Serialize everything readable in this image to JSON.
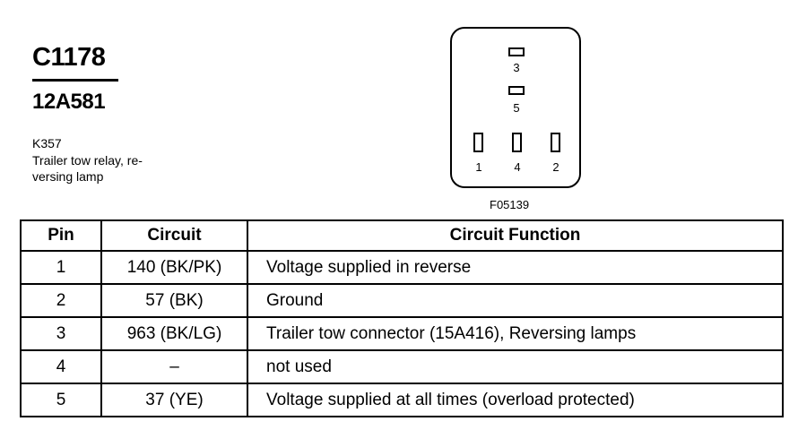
{
  "header": {
    "connector_id": "C1178",
    "part_number": "12A581",
    "reference": "K357",
    "description": "Trailer tow relay, re-versing lamp",
    "description_line1": "Trailer tow relay, re-",
    "description_line2": "versing lamp"
  },
  "diagram": {
    "pins": [
      {
        "number": "3",
        "shape": "horizontal"
      },
      {
        "number": "5",
        "shape": "horizontal"
      },
      {
        "number": "1",
        "shape": "vertical"
      },
      {
        "number": "4",
        "shape": "vertical"
      },
      {
        "number": "2",
        "shape": "vertical"
      }
    ],
    "figure_id": "F05139"
  },
  "table": {
    "headers": [
      "Pin",
      "Circuit",
      "Circuit Function"
    ],
    "rows": [
      {
        "pin": "1",
        "circuit": "140 (BK/PK)",
        "function": "Voltage supplied in reverse"
      },
      {
        "pin": "2",
        "circuit": "57 (BK)",
        "function": "Ground"
      },
      {
        "pin": "3",
        "circuit": "963 (BK/LG)",
        "function": "Trailer tow connector (15A416), Reversing lamps"
      },
      {
        "pin": "4",
        "circuit": "–",
        "function": "not used"
      },
      {
        "pin": "5",
        "circuit": "37 (YE)",
        "function": "Voltage supplied at all times (overload protected)"
      }
    ]
  }
}
